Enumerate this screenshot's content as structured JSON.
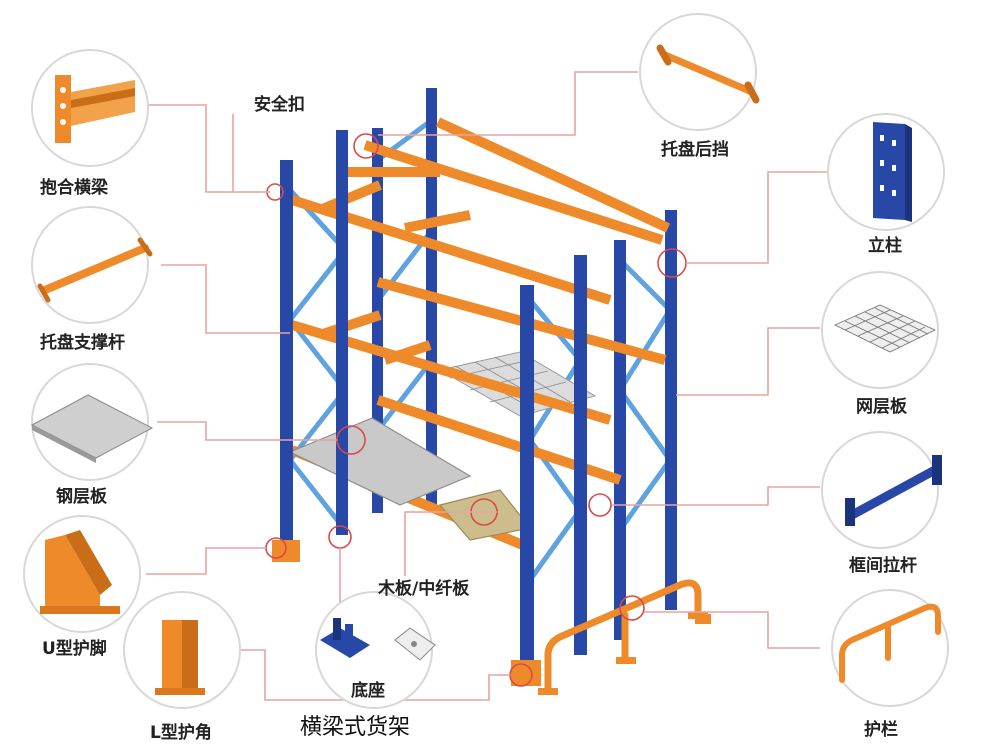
{
  "title": "横梁式货架",
  "colors": {
    "upright": "#2848a8",
    "beam": "#ee8a2a",
    "brace": "#5ea2e0",
    "deck_steel": "#c7c7c7",
    "deck_wood": "#c9b98a",
    "leader": "#e7a3a3",
    "marker": "#d94a4a"
  },
  "components": [
    {
      "id": "snap-lock",
      "label": "安全扣"
    },
    {
      "id": "step-beam",
      "label": "抱合横梁"
    },
    {
      "id": "pallet-stop",
      "label": "托盘后挡"
    },
    {
      "id": "upright",
      "label": "立柱"
    },
    {
      "id": "pallet-support",
      "label": "托盘支撑杆"
    },
    {
      "id": "wire-deck",
      "label": "网层板"
    },
    {
      "id": "steel-deck",
      "label": "钢层板"
    },
    {
      "id": "row-spacer",
      "label": "框间拉杆"
    },
    {
      "id": "wood-deck",
      "label": "木板/中纤板"
    },
    {
      "id": "u-guard",
      "label": "U型护脚"
    },
    {
      "id": "base-plate",
      "label": "底座"
    },
    {
      "id": "guard-rail",
      "label": "护栏"
    },
    {
      "id": "l-guard",
      "label": "L型护角"
    }
  ]
}
